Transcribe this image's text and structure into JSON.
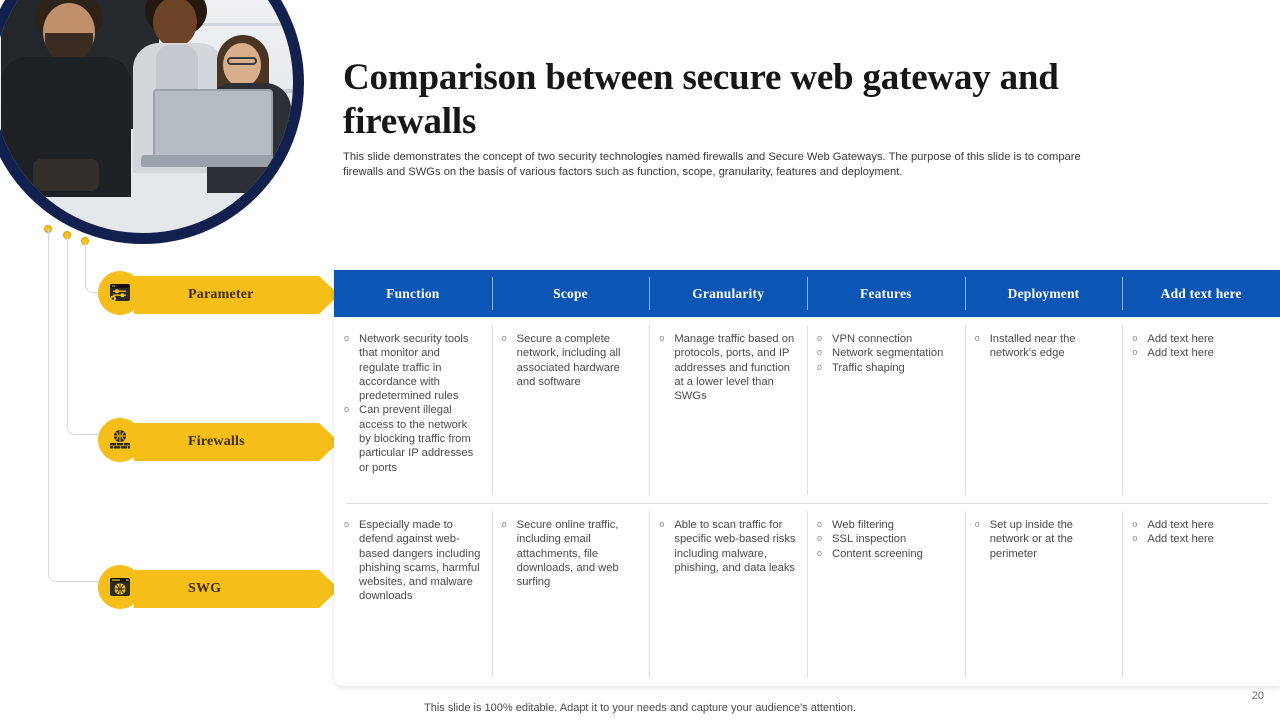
{
  "header": {
    "title": "Comparison between secure web gateway and firewalls",
    "subtitle": "This slide demonstrates the concept of two security technologies named firewalls and Secure Web Gateways. The purpose of this slide is to compare firewalls and SWGs on the basis of various factors such as function, scope, granularity, features and deployment."
  },
  "colors": {
    "header_blue": "#0B55B5",
    "accent_yellow": "#F5BE18",
    "ring_navy": "#12204D",
    "body_text": "#4A4A4A"
  },
  "steps": [
    {
      "label": "Parameter",
      "icon": "settings-panel-icon"
    },
    {
      "label": "Firewalls",
      "icon": "firewall-globe-icon"
    },
    {
      "label": "SWG",
      "icon": "browser-globe-icon"
    }
  ],
  "table": {
    "columns": [
      "Function",
      "Scope",
      "Granularity",
      "Features",
      "Deployment",
      "Add text here"
    ],
    "rows": [
      {
        "row_name": "firewalls",
        "cells": [
          [
            "Network security tools that monitor and regulate traffic in accordance with predetermined rules",
            "Can prevent illegal access to the network by blocking traffic from particular IP addresses or ports"
          ],
          [
            "Secure a complete network, including all associated hardware and software"
          ],
          [
            "Manage traffic based on protocols, ports, and IP addresses and function at a lower level than SWGs"
          ],
          [
            "VPN connection",
            "Network segmentation",
            "Traffic shaping"
          ],
          [
            "Installed near the network's edge"
          ],
          [
            "Add text here",
            "Add text here"
          ]
        ]
      },
      {
        "row_name": "swg",
        "cells": [
          [
            "Especially made to defend against web-based dangers including phishing scams, harmful websites, and malware downloads"
          ],
          [
            "Secure online traffic, including email attachments, file downloads, and web surfing"
          ],
          [
            "Able to scan traffic for specific web-based risks including malware, phishing, and data leaks"
          ],
          [
            "Web filtering",
            "SSL inspection",
            "Content screening"
          ],
          [
            "Set up inside the network or at the perimeter"
          ],
          [
            "Add text here",
            "Add text here"
          ]
        ]
      }
    ]
  },
  "footer": {
    "note": "This slide is 100% editable. Adapt it to your needs and capture your audience's attention.",
    "page_number": "20"
  }
}
